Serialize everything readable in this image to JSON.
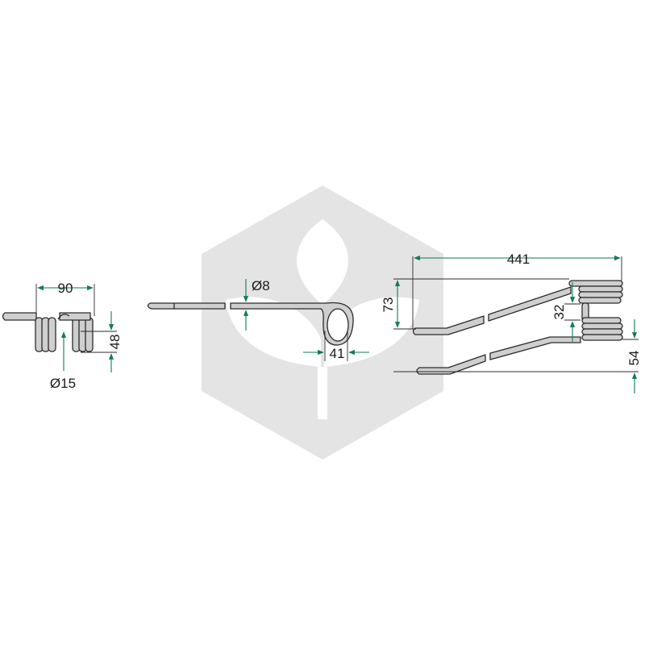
{
  "colors": {
    "dimension_line": "#0f7a5a",
    "part_fill": "#cfcfcf",
    "outline": "#2a2a2a",
    "watermark": "#e4e4e4"
  },
  "watermark": {
    "icon": "hexagon-leaf-logo-icon"
  },
  "views": {
    "front": {
      "width_label": "90",
      "height_label": "48",
      "coil_diameter_label": "Ø15"
    },
    "side": {
      "wire_diameter_label": "Ø8",
      "coil_width_label": "41"
    },
    "top": {
      "length_label": "441",
      "overall_height_label": "73",
      "inner_gap_label": "32",
      "offset_label": "54"
    }
  }
}
